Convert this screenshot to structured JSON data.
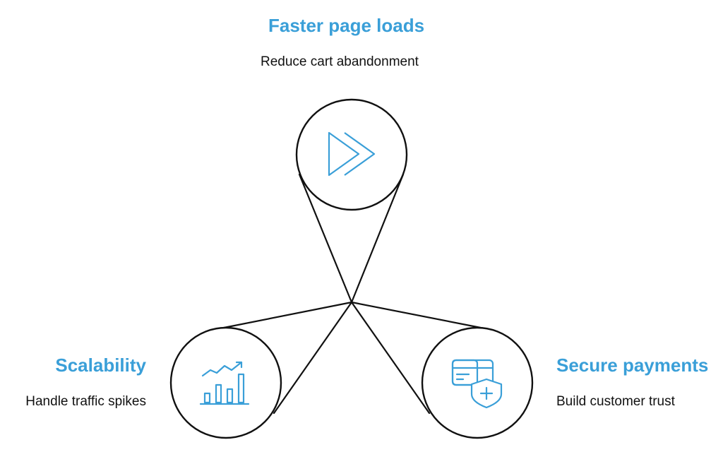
{
  "colors": {
    "accent": "#3a9fd8",
    "line": "#111111",
    "text": "#111111"
  },
  "nodes": {
    "top": {
      "title": "Faster page loads",
      "description": "Reduce cart abandonment",
      "icon": "fast-forward-icon"
    },
    "left": {
      "title": "Scalability",
      "description": "Handle traffic spikes",
      "icon": "growth-chart-icon"
    },
    "right": {
      "title": "Secure payments",
      "description": "Build customer trust",
      "icon": "secure-card-icon"
    }
  }
}
